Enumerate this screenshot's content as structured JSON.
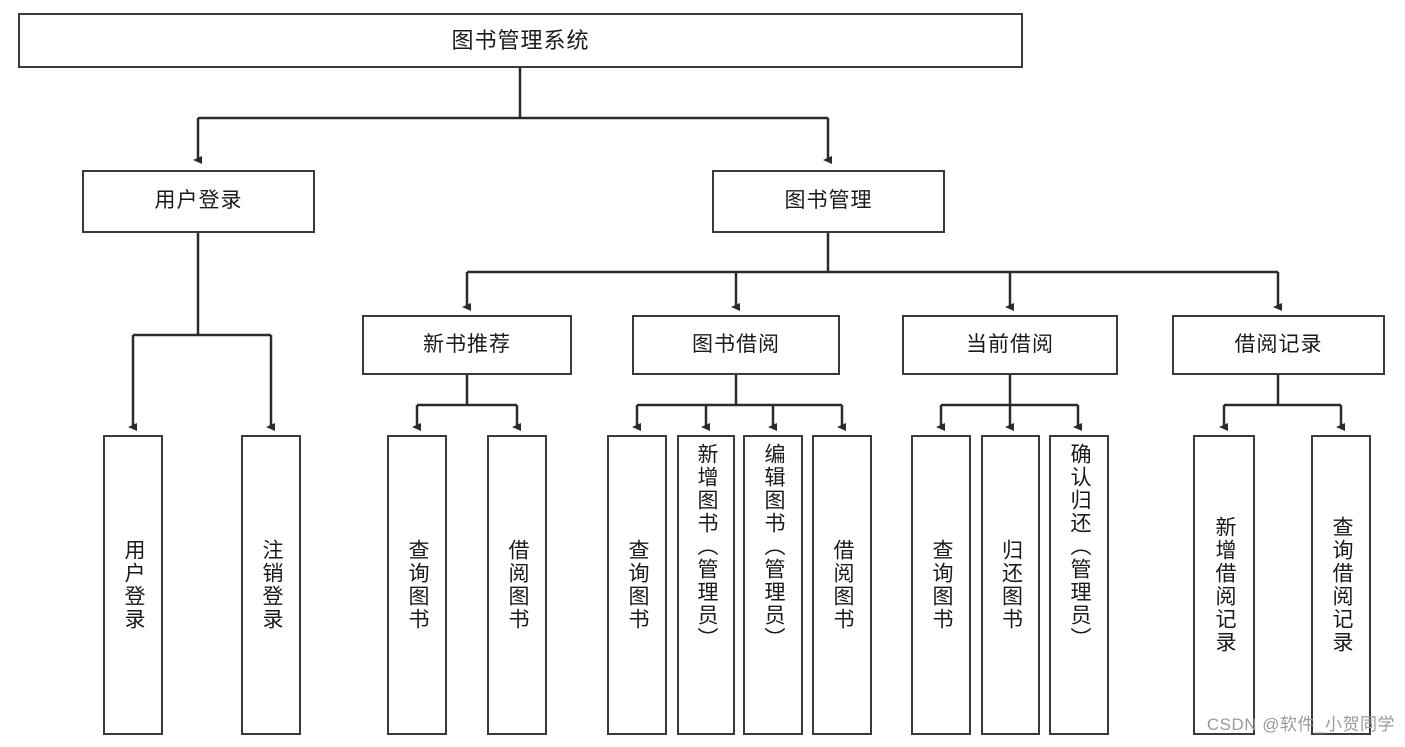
{
  "diagram": {
    "type": "tree-hierarchy",
    "title": "图书管理系统",
    "colors": {
      "box_border": "#3a3a3a",
      "box_fill": "#ffffff",
      "connector": "#2b2b2b",
      "text": "#1a1a1a",
      "watermark": "#9a9a9a"
    },
    "root": {
      "label": "图书管理系统"
    },
    "level2": [
      {
        "label": "用户登录"
      },
      {
        "label": "图书管理"
      }
    ],
    "level3": [
      {
        "label": "新书推荐"
      },
      {
        "label": "图书借阅"
      },
      {
        "label": "当前借阅"
      },
      {
        "label": "借阅记录"
      }
    ],
    "leaves": {
      "user_login": [
        {
          "label": "用户登录"
        },
        {
          "label": "注销登录"
        }
      ],
      "new_book_recommend": [
        {
          "label": "查询图书"
        },
        {
          "label": "借阅图书"
        }
      ],
      "book_borrow": [
        {
          "label": "查询图书"
        },
        {
          "label": "新增图书（管理员）"
        },
        {
          "label": "编辑图书（管理员）"
        },
        {
          "label": "借阅图书"
        }
      ],
      "current_borrow": [
        {
          "label": "查询图书"
        },
        {
          "label": "归还图书"
        },
        {
          "label": "确认归还（管理员）"
        }
      ],
      "borrow_record": [
        {
          "label": "新增借阅记录"
        },
        {
          "label": "查询借阅记录"
        }
      ]
    }
  },
  "watermark": {
    "text": "CSDN @软件_小贺同学"
  }
}
